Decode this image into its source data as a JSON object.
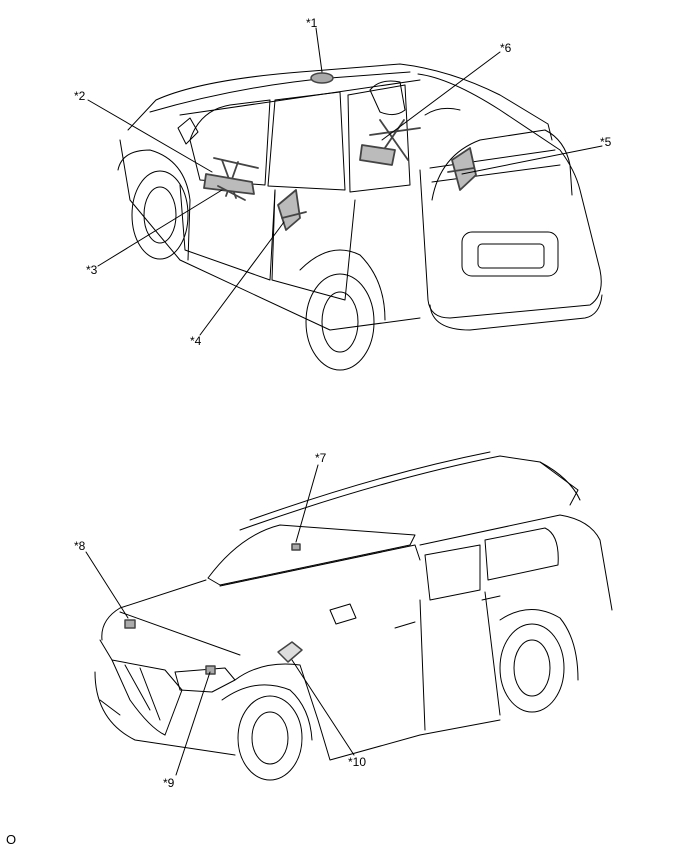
{
  "callouts": [
    "*1",
    "*2",
    "*3",
    "*4",
    "*5",
    "*6",
    "*7",
    "*8",
    "*9",
    "*10"
  ],
  "footer_code": "O",
  "colors": {
    "line": "#000000",
    "component": "#444444",
    "background": "#ffffff"
  }
}
